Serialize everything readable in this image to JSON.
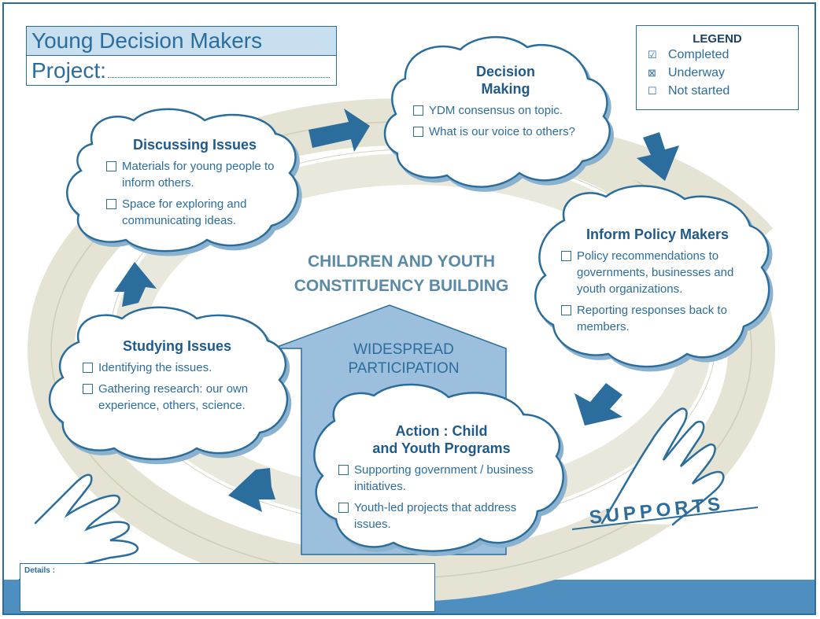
{
  "header": {
    "title": "Young Decision Makers",
    "project_label": "Project:"
  },
  "legend": {
    "title": "LEGEND",
    "items": [
      {
        "symbol": "☑",
        "label": "Completed"
      },
      {
        "symbol": "⊠",
        "label": "Underway"
      },
      {
        "symbol": "☐",
        "label": "Not started"
      }
    ]
  },
  "center": {
    "line1": "CHILDREN AND YOUTH",
    "line2": "CONSTITUENCY BUILDING",
    "arrow_line1": "WIDESPREAD",
    "arrow_line2": "PARTICIPATION"
  },
  "clouds": {
    "discussing": {
      "title": "Discussing Issues",
      "items": [
        "Materials for young people to inform others.",
        "Space for exploring and communicating ideas."
      ]
    },
    "decision": {
      "title_line1": "Decision",
      "title_line2": "Making",
      "items": [
        "YDM consensus on topic.",
        "What is our voice to others?"
      ]
    },
    "inform": {
      "title": "Inform Policy Makers",
      "items": [
        "Policy recommendations to governments, businesses and youth organizations.",
        "Reporting responses back to members."
      ]
    },
    "action": {
      "title_line1": "Action : Child",
      "title_line2": "and Youth Programs",
      "items": [
        "Supporting government / business initiatives.",
        "Youth-led projects that address issues."
      ]
    },
    "studying": {
      "title": "Studying Issues",
      "items": [
        "Identifying the issues.",
        "Gathering research: our own experience, others, science."
      ]
    }
  },
  "supports_label": "SUPPORTS",
  "details_label": "Details :",
  "colors": {
    "primary": "#2b6d9c",
    "ring": "#e4e3d4",
    "band": "#4f8fbf",
    "arrow_fill": "#9cbfdd"
  }
}
